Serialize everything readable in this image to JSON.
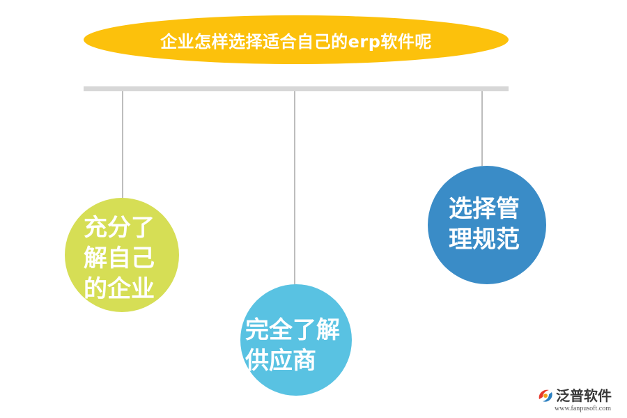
{
  "title": "企业怎样选择适合自己的erp软件呢",
  "nodes": [
    {
      "lines": [
        "充分了",
        "解自己",
        "的企业"
      ],
      "color": "#d6de55"
    },
    {
      "lines": [
        "完全了解",
        "供应商"
      ],
      "color": "#59c2e2"
    },
    {
      "lines": [
        "选择管",
        "理规范"
      ],
      "color": "#3a8cc7"
    }
  ],
  "colors": {
    "title_fill": "#fcc10c",
    "bar": "#d7d7d7",
    "connector": "#bdbdbd"
  },
  "logo": {
    "name": "泛普软件",
    "url": "www.fanpusoft.com"
  }
}
